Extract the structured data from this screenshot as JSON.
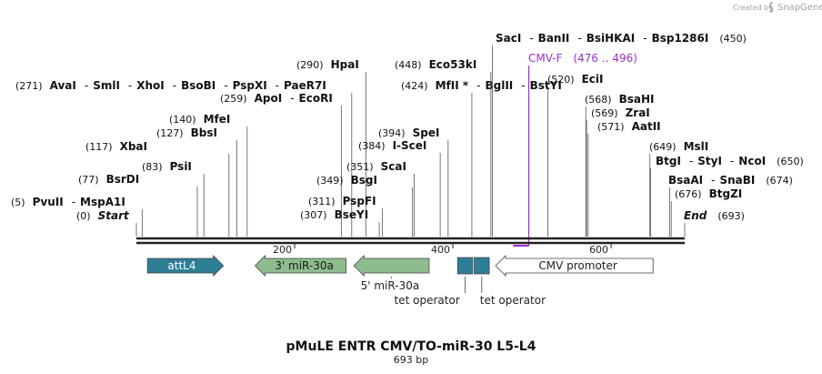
{
  "credit": {
    "created_by": "Created by",
    "brand": "SnapGene",
    "icon": "snapgene-logo-icon"
  },
  "map_title": "pMuLE ENTR CMV/TO-miR-30 L5-L4",
  "map_length": "693 bp",
  "scale": {
    "start": 0,
    "end": 693,
    "ticks": [
      {
        "value": 200,
        "label": "200"
      },
      {
        "value": 400,
        "label": "400"
      },
      {
        "value": 600,
        "label": "600"
      }
    ]
  },
  "ends": [
    {
      "label": "Start",
      "pos": 0,
      "pos_label": "(0)"
    },
    {
      "label": "End",
      "pos": 693,
      "pos_label": "(693)"
    }
  ],
  "sites": [
    {
      "pos_label": "(5)",
      "names": [
        "PvuII",
        "MspA1I"
      ],
      "cut": [
        5,
        5
      ]
    },
    {
      "pos_label": "(77)",
      "names": [
        "BsrDI"
      ],
      "cut": [
        77
      ]
    },
    {
      "pos_label": "(83)",
      "names": [
        "PsiI"
      ],
      "cut": [
        83
      ]
    },
    {
      "pos_label": "(117)",
      "names": [
        "XbaI"
      ],
      "cut": [
        117
      ]
    },
    {
      "pos_label": "(127)",
      "names": [
        "BbsI"
      ],
      "cut": [
        127
      ]
    },
    {
      "pos_label": "(140)",
      "names": [
        "MfeI"
      ],
      "cut": [
        140
      ]
    },
    {
      "pos_label": "(259)",
      "names": [
        "ApoI",
        "EcoRI"
      ],
      "cut": [
        259,
        259
      ]
    },
    {
      "pos_label": "(271)",
      "names": [
        "AvaI",
        "SmlI",
        "XhoI",
        "BsoBI",
        "PspXI",
        "PaeR7I"
      ],
      "cut": [
        271,
        271,
        271,
        271,
        271,
        271
      ]
    },
    {
      "pos_label": "(290)",
      "names": [
        "HpaI"
      ],
      "cut": [
        290
      ]
    },
    {
      "pos_label": "(307)",
      "names": [
        "BseYI"
      ],
      "cut": [
        307
      ]
    },
    {
      "pos_label": "(311)",
      "names": [
        "PspFI"
      ],
      "cut": [
        311
      ]
    },
    {
      "pos_label": "(349)",
      "names": [
        "BsgI"
      ],
      "cut": [
        349
      ]
    },
    {
      "pos_label": "(351)",
      "names": [
        "ScaI"
      ],
      "cut": [
        351
      ]
    },
    {
      "pos_label": "(384)",
      "names": [
        "I-SceI"
      ],
      "cut": [
        384
      ]
    },
    {
      "pos_label": "(394)",
      "names": [
        "SpeI"
      ],
      "cut": [
        394
      ]
    },
    {
      "pos_label": "(424)",
      "names": [
        "MfII *",
        "BglII",
        "BstYI"
      ],
      "cut": [
        424,
        424,
        424
      ]
    },
    {
      "pos_label": "(448)",
      "names": [
        "Eco53kI"
      ],
      "cut": [
        448
      ]
    },
    {
      "pos_label": "(450)",
      "names": [
        "SacI",
        "BanII",
        "BsiHKAI",
        "Bsp1286I"
      ],
      "cut": [
        450,
        450,
        450,
        450
      ]
    },
    {
      "pos_label": "(520)",
      "names": [
        "EciI"
      ],
      "cut": [
        520
      ]
    },
    {
      "pos_label": "(568)",
      "names": [
        "BsaHI"
      ],
      "cut": [
        568
      ]
    },
    {
      "pos_label": "(569)",
      "names": [
        "ZraI"
      ],
      "cut": [
        569
      ]
    },
    {
      "pos_label": "(571)",
      "names": [
        "AatII"
      ],
      "cut": [
        571
      ]
    },
    {
      "pos_label": "(649)",
      "names": [
        "MslI"
      ],
      "cut": [
        649
      ]
    },
    {
      "pos_label": "(650)",
      "names": [
        "BtgI",
        "StyI",
        "NcoI"
      ],
      "cut": [
        650,
        650,
        650
      ]
    },
    {
      "pos_label": "(674)",
      "names": [
        "BsaAI",
        "SnaBI"
      ],
      "cut": [
        674,
        674
      ]
    },
    {
      "pos_label": "(676)",
      "names": [
        "BtgZI"
      ],
      "cut": [
        676
      ]
    }
  ],
  "primer": {
    "name": "CMV-F",
    "range_label": "(476 .. 496)",
    "start": 476,
    "end": 496,
    "color": "#9b2fc9"
  },
  "features": [
    {
      "name": "attL4",
      "start": 14,
      "end": 110,
      "direction": "right",
      "color": "#2e7f96",
      "label_inside": true
    },
    {
      "name": "3' miR-30a",
      "start": 150,
      "end": 265,
      "direction": "left",
      "color": "#8fbc8f",
      "label_inside": true
    },
    {
      "name": "5' miR-30a",
      "start": 275,
      "end": 370,
      "direction": "left",
      "color": "#8fbc8f",
      "label_inside": false
    },
    {
      "name": "tet operator",
      "start": 406,
      "end": 425,
      "direction": "none",
      "color": "#2e7f96",
      "label_inside": false
    },
    {
      "name": "tet operator",
      "start": 427,
      "end": 446,
      "direction": "none",
      "color": "#2e7f96",
      "label_inside": false
    },
    {
      "name": "CMV promoter",
      "start": 454,
      "end": 653,
      "direction": "left",
      "color": "#ffffff",
      "label_inside": true
    }
  ]
}
